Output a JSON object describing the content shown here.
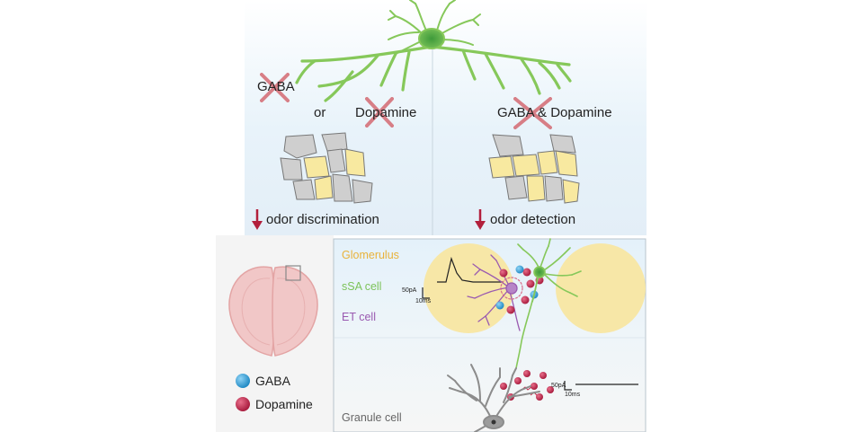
{
  "top_left": {
    "gaba": "GABA",
    "or": "or",
    "dopamine": "Dopamine",
    "effect": "odor discrimination"
  },
  "top_right": {
    "both": "GABA & Dopamine",
    "effect": "odor detection"
  },
  "legend": {
    "gaba": "GABA",
    "dopamine": "Dopamine"
  },
  "panel": {
    "glomerulus": "Glomerulus",
    "ssa_cell": "sSA cell",
    "et_cell": "ET cell",
    "granule_cell": "Granule cell",
    "scale_a_pa": "50pA",
    "scale_a_ms": "10ms",
    "scale_b_pa": "50pA",
    "scale_b_ms": "10ms"
  },
  "colors": {
    "neuron_green": "#86c85a",
    "cross_red": "#d0606a",
    "arrow_red": "#b21f3c",
    "glomerulus_yellow": "#f6e3a0",
    "gaba_blue": "#2f9fd8",
    "dopamine_red": "#c2274a",
    "et_purple": "#9a5ab0",
    "granule_gray": "#8c8c8c"
  },
  "icons": [
    "x-cross-icon",
    "down-arrow-icon",
    "neuron-icon",
    "bulb-section-icon",
    "gaba-vesicle-icon",
    "dopamine-vesicle-icon"
  ]
}
